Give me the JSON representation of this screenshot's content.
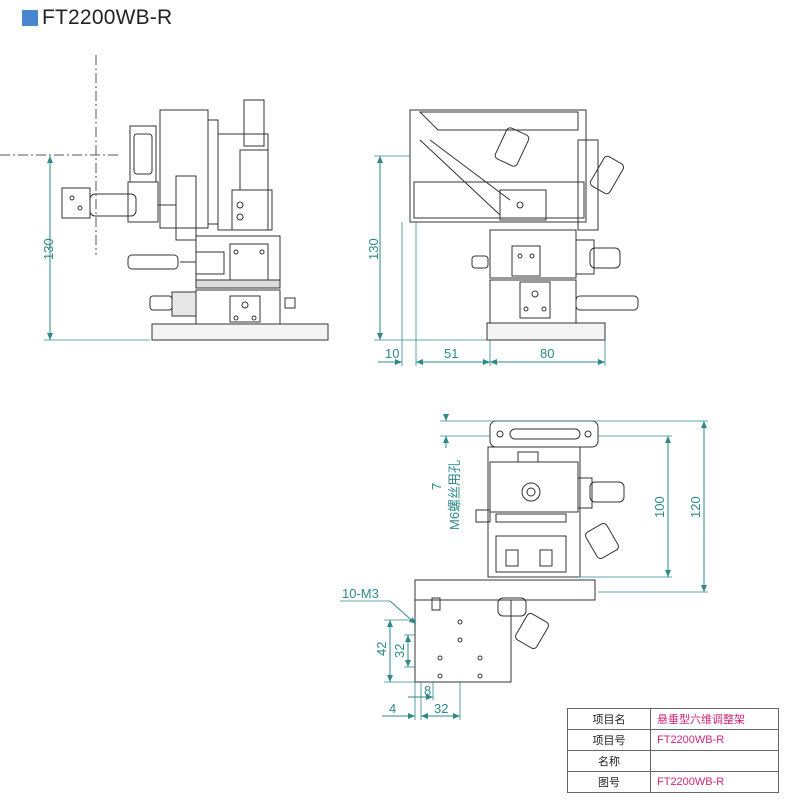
{
  "title": "FT2200WB-R",
  "colors": {
    "accent": "#4a86d0",
    "dimension": "#2e8a8a",
    "line": "#333333",
    "table_value": "#d6247a"
  },
  "dimensions": {
    "front_height": "130",
    "side_height": "130",
    "side_w10": "10",
    "side_w51": "51",
    "side_w80": "80",
    "top_7": "7",
    "top_hole": "M6螺丝用孔",
    "top_100": "100",
    "top_120": "120",
    "top_10m3": "10-M3",
    "top_42": "42",
    "top_32v": "32",
    "top_8": "8",
    "top_4": "4",
    "top_32h": "32"
  },
  "table": [
    {
      "label": "项目名",
      "value": "悬垂型六维调整架"
    },
    {
      "label": "项目号",
      "value": "FT2200WB-R"
    },
    {
      "label": "名称",
      "value": ""
    },
    {
      "label": "图号",
      "value": "FT2200WB-R"
    }
  ]
}
